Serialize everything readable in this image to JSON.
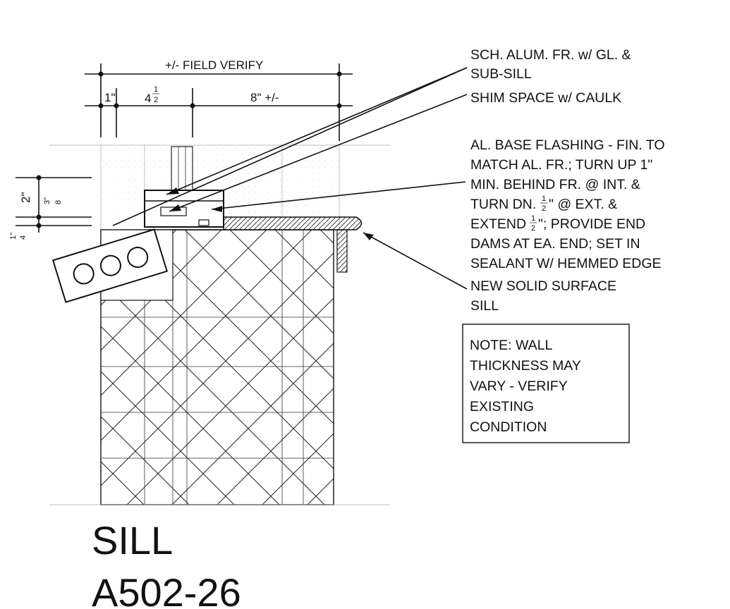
{
  "dimensions": {
    "overall": "+/- FIELD VERIFY",
    "d1": "1\"",
    "d2_whole": "4",
    "d2_num": "1",
    "d2_den": "2",
    "d3": "8\" +/-",
    "v1": "2\"",
    "v2_num": "3\"",
    "v2_den": "8",
    "v3_num": "1\"",
    "v3_den": "4"
  },
  "callouts": [
    "SCH. ALUM. FR. w/ GL. &",
    "SUB-SILL",
    "SHIM SPACE w/ CAULK",
    "AL. BASE FLASHING - FIN. TO",
    "MATCH AL. FR.; TURN UP 1\"",
    "MIN. BEHIND FR. @ INT. &",
    "TURN DN. ",
    "\" @ EXT. &",
    "EXTEND ",
    "\"; PROVIDE END",
    "DAMS AT EA. END; SET IN",
    "SEALANT W/ HEMMED EDGE",
    "NEW SOLID SURFACE",
    "SILL"
  ],
  "fractions": {
    "half_num": "1",
    "half_den": "2"
  },
  "note_box": [
    "NOTE: WALL",
    "THICKNESS MAY",
    "VARY - VERIFY",
    "EXISTING",
    "CONDITION"
  ],
  "titles": {
    "detail_name": "SILL",
    "detail_number": "A502-26"
  }
}
